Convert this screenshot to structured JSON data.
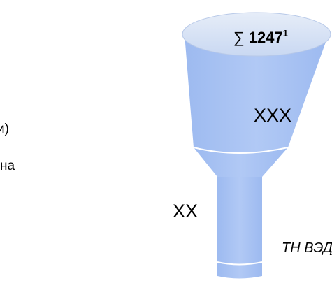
{
  "funnel": {
    "top_symbol": "∑",
    "top_number": "1247",
    "top_superscript": "1",
    "middle_label": "XXX",
    "bottom_label": "XX"
  },
  "side_text": {
    "line_1": "и)",
    "line_2": "на",
    "line_3": "ТН ВЭД)"
  },
  "colors": {
    "funnel_fill": "#a9c4f4",
    "funnel_rim": "#d6e2f6",
    "funnel_edge": "#ffffff",
    "text": "#000000"
  }
}
